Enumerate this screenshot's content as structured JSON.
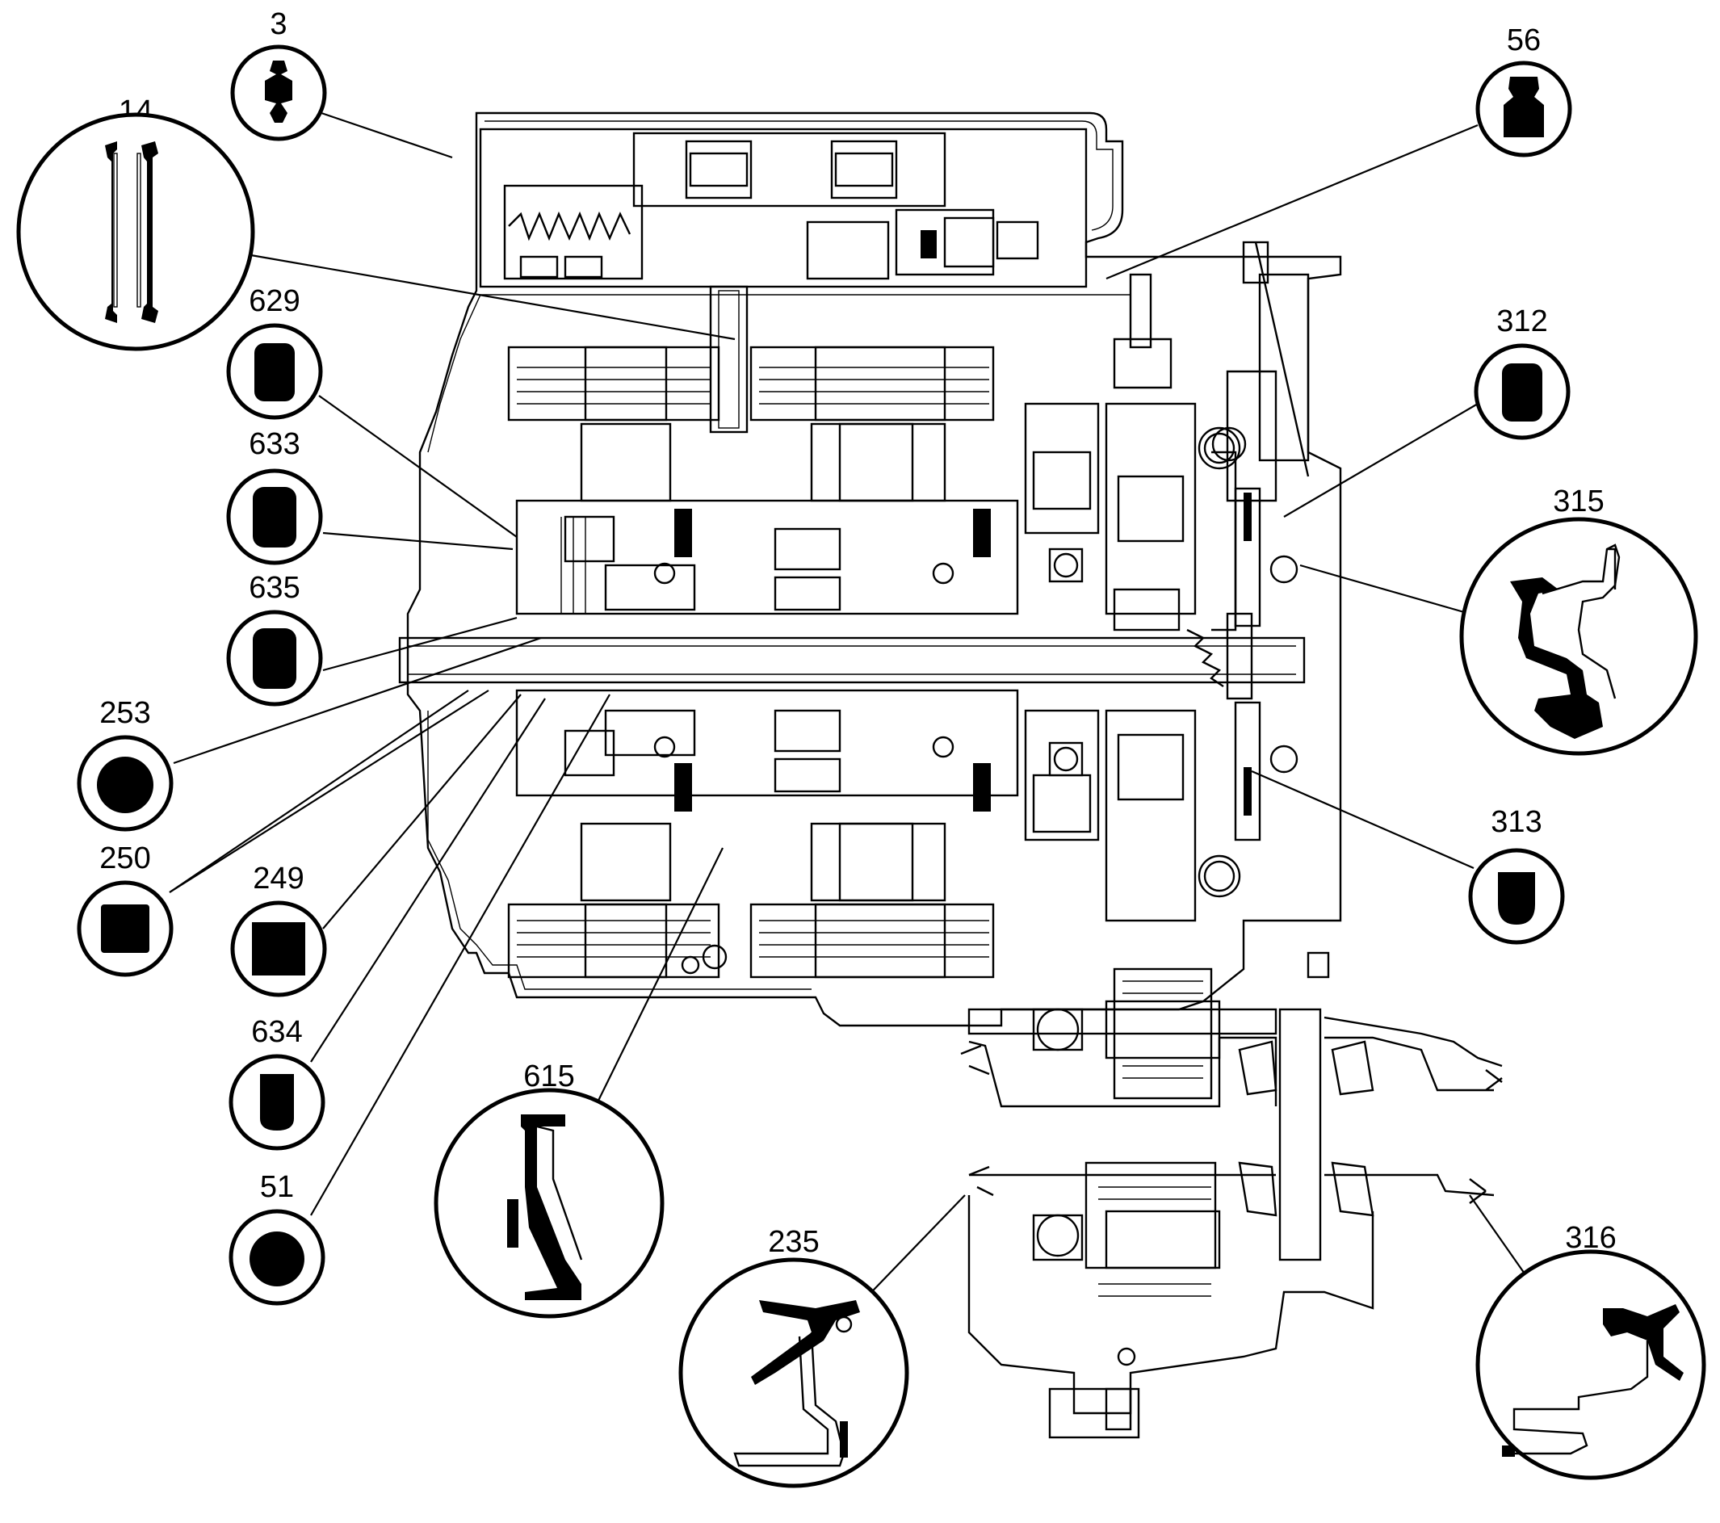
{
  "diagram": {
    "callouts": [
      {
        "id": "c3",
        "label": "3"
      },
      {
        "id": "c14",
        "label": "14"
      },
      {
        "id": "c629",
        "label": "629"
      },
      {
        "id": "c633",
        "label": "633"
      },
      {
        "id": "c635",
        "label": "635"
      },
      {
        "id": "c253",
        "label": "253"
      },
      {
        "id": "c250",
        "label": "250"
      },
      {
        "id": "c249",
        "label": "249"
      },
      {
        "id": "c634",
        "label": "634"
      },
      {
        "id": "c51",
        "label": "51"
      },
      {
        "id": "c615",
        "label": "615"
      },
      {
        "id": "c235",
        "label": "235"
      },
      {
        "id": "c56",
        "label": "56"
      },
      {
        "id": "c312",
        "label": "312"
      },
      {
        "id": "c315",
        "label": "315"
      },
      {
        "id": "c313",
        "label": "313"
      },
      {
        "id": "c316",
        "label": "316"
      }
    ]
  }
}
